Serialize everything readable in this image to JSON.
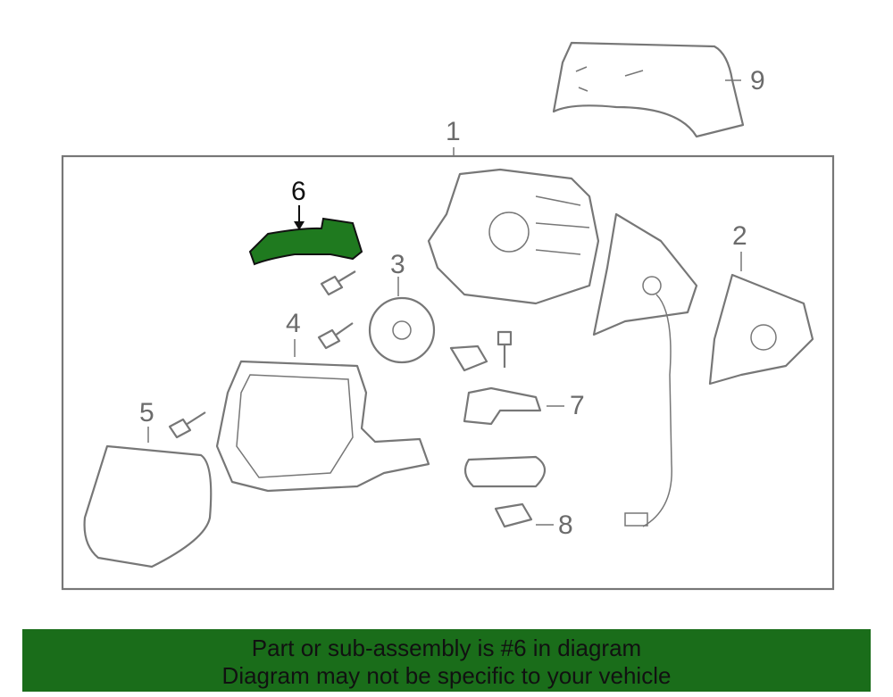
{
  "diagram": {
    "callouts": [
      "1",
      "2",
      "3",
      "4",
      "5",
      "6",
      "7",
      "8",
      "9"
    ],
    "highlighted_part": "6",
    "highlight_color": "#1f7a1f"
  },
  "banner": {
    "line1": "Part or sub-assembly is #6 in diagram",
    "line2": "Diagram may not be specific to your vehicle",
    "color": "#1a6d1a"
  }
}
